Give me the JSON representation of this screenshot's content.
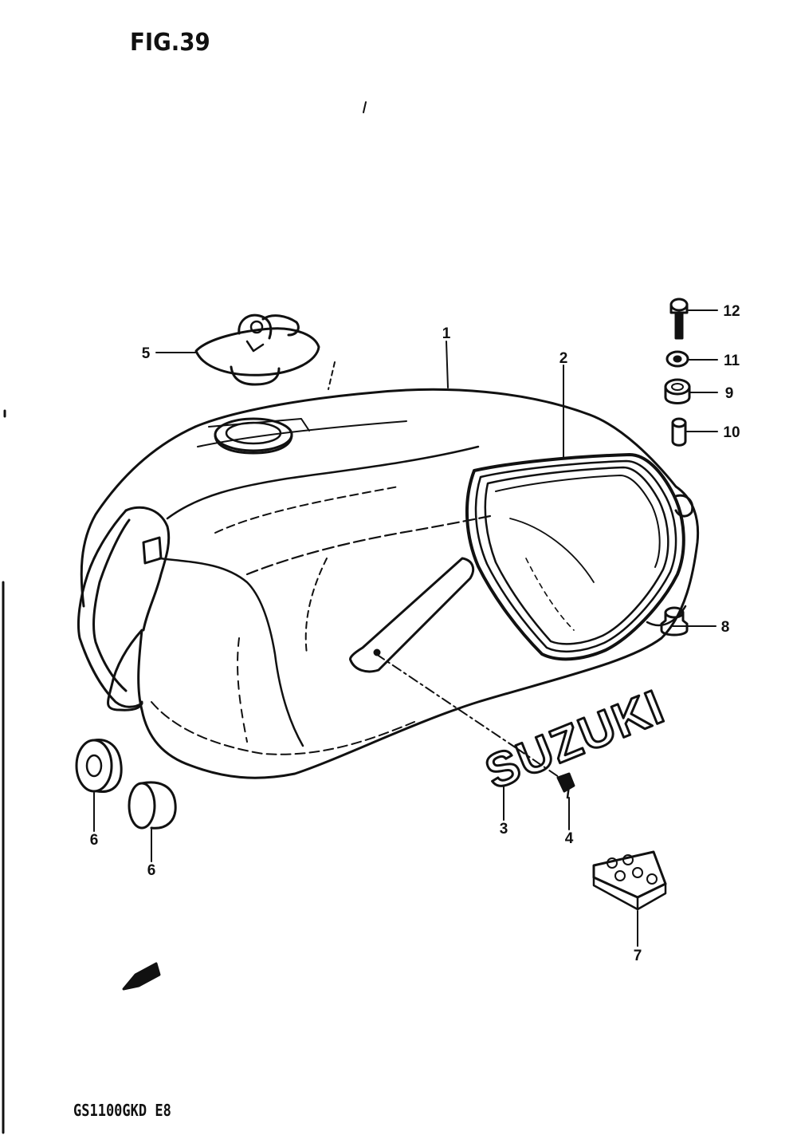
{
  "figure": {
    "title": "FIG.39",
    "model_code": "GS1100GKD  E8"
  },
  "callouts": [
    {
      "id": "1",
      "label": "1"
    },
    {
      "id": "2",
      "label": "2"
    },
    {
      "id": "3",
      "label": "3"
    },
    {
      "id": "4",
      "label": "4"
    },
    {
      "id": "5",
      "label": "5"
    },
    {
      "id": "6a",
      "label": "6"
    },
    {
      "id": "6b",
      "label": "6"
    },
    {
      "id": "7",
      "label": "7"
    },
    {
      "id": "8",
      "label": "8"
    },
    {
      "id": "9",
      "label": "9"
    },
    {
      "id": "10",
      "label": "10"
    },
    {
      "id": "11",
      "label": "11"
    },
    {
      "id": "12",
      "label": "12"
    }
  ],
  "emblem_text": "SUZUKI",
  "colors": {
    "ink": "#111111",
    "paper": "#ffffff"
  }
}
